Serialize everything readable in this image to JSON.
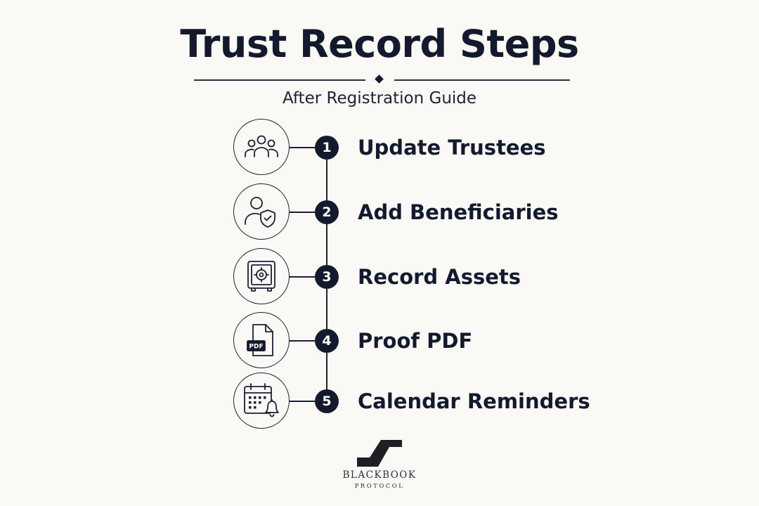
{
  "header": {
    "title": "Trust Record Steps",
    "subtitle": "After Registration Guide"
  },
  "steps": [
    {
      "number": "1",
      "label": "Update Trustees",
      "icon": "people-group-icon"
    },
    {
      "number": "2",
      "label": "Add Beneficiaries",
      "icon": "user-shield-icon"
    },
    {
      "number": "3",
      "label": "Record Assets",
      "icon": "safe-icon"
    },
    {
      "number": "4",
      "label": "Proof PDF",
      "icon": "pdf-file-icon",
      "icon_text": "PDF"
    },
    {
      "number": "5",
      "label": "Calendar Reminders",
      "icon": "calendar-bell-icon"
    }
  ],
  "brand": {
    "name": "BLACKBOOK",
    "tagline": "PROTOCOL",
    "logo": "stair-step-logo"
  },
  "colors": {
    "background": "#faf9f6",
    "ink": "#141a2e"
  }
}
